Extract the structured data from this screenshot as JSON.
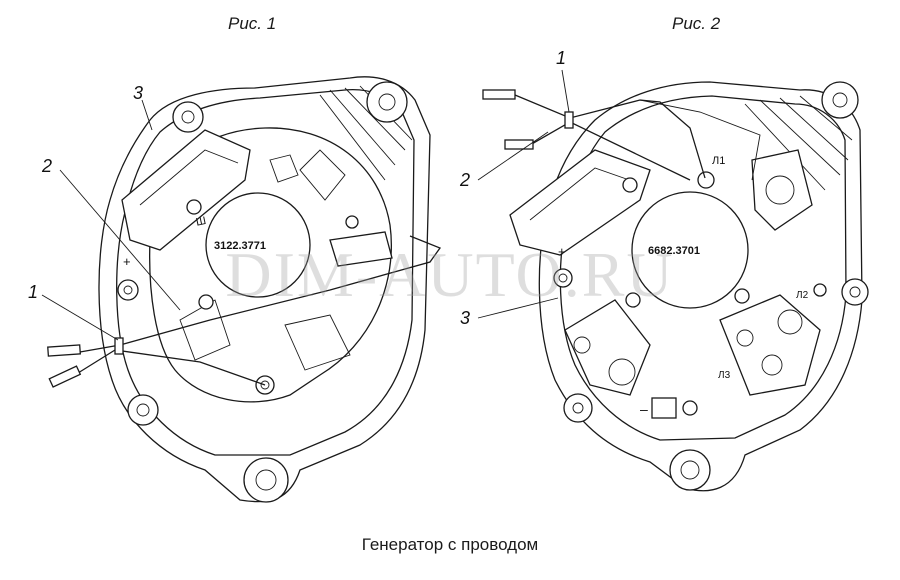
{
  "figures": [
    {
      "title": "Рис. 1",
      "part_number": "3122.3771",
      "callouts": [
        "1",
        "2",
        "3"
      ],
      "terminal_labels": [
        "+",
        "Ш"
      ]
    },
    {
      "title": "Рис. 2",
      "part_number": "6682.3701",
      "callouts": [
        "1",
        "2",
        "3"
      ],
      "terminal_labels": [
        "+",
        "Л1",
        "Л2",
        "Л3",
        "–"
      ]
    }
  ],
  "caption": "Генератор с проводом",
  "watermark": "DIM-AUTO.RU"
}
